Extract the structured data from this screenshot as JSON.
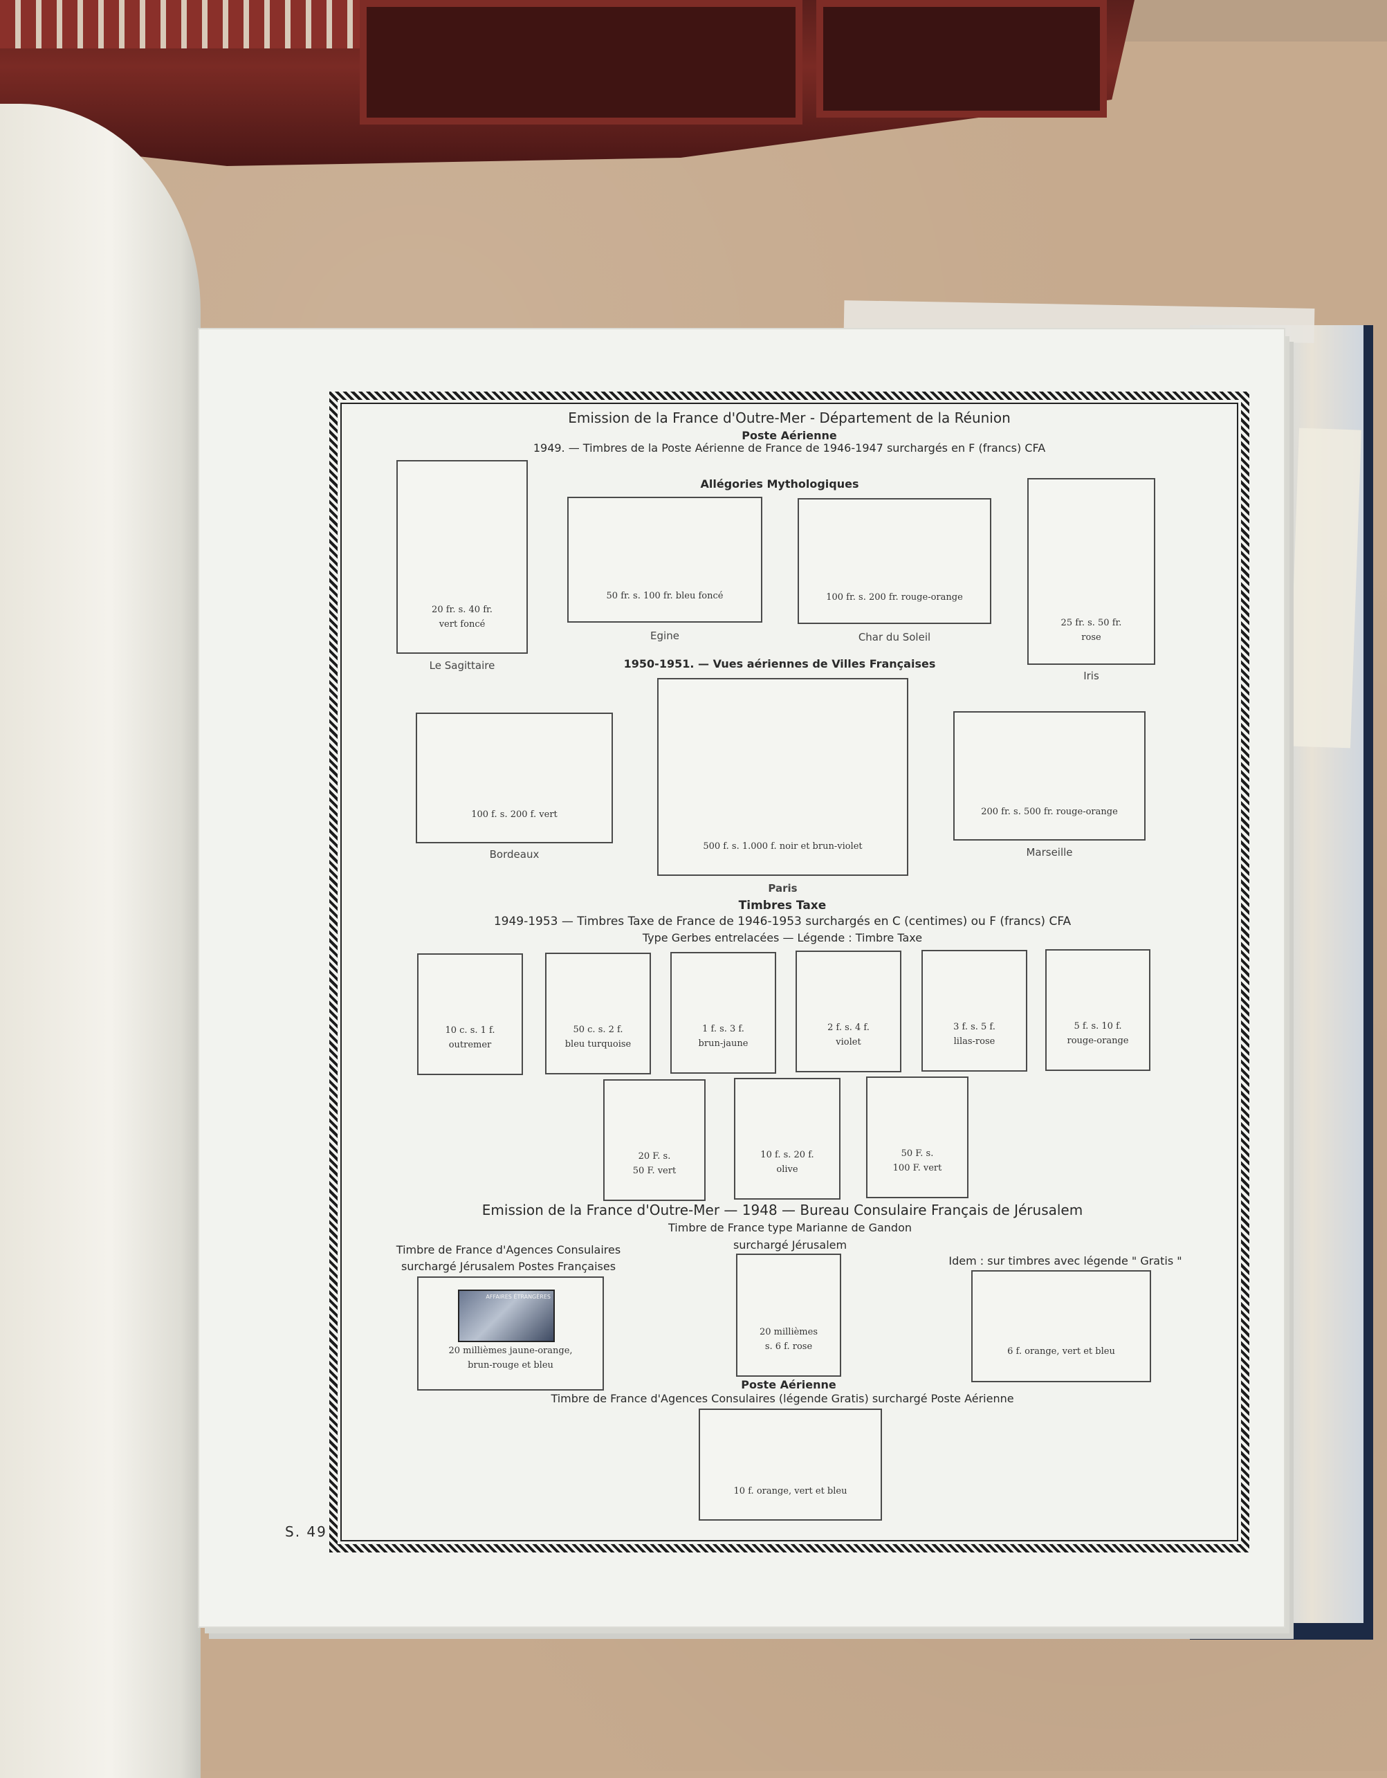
{
  "page_number": "S. 49",
  "header": {
    "title": "Emission de la France d'Outre-Mer - Département de la Réunion",
    "subtitle": "Poste Aérienne",
    "line_1949": "1949. — Timbres de la Poste Aérienne de France de 1946-1947 surchargés en F (francs) CFA",
    "group_1949": "Allégories Mythologiques"
  },
  "set_1949": [
    {
      "value": "20 fr. s. 40 fr.",
      "color": "vert foncé",
      "caption": "Le Sagittaire"
    },
    {
      "value": "50 fr. s. 100 fr. bleu foncé",
      "caption": "Egine"
    },
    {
      "value": "100 fr. s. 200 fr. rouge-orange",
      "caption": "Char du Soleil"
    },
    {
      "value": "25 fr. s. 50 fr.",
      "color": "rose",
      "caption": "Iris"
    }
  ],
  "heading_1950": "1950-1951. — Vues aériennes de Villes Françaises",
  "set_1950": [
    {
      "value": "100 f. s. 200 f. vert",
      "caption": "Bordeaux"
    },
    {
      "value": "500 f. s. 1.000 f. noir et brun-violet",
      "caption": "Paris"
    },
    {
      "value": "200 fr. s. 500 fr. rouge-orange",
      "caption": "Marseille"
    }
  ],
  "taxe": {
    "title": "Timbres Taxe",
    "line": "1949-1953 — Timbres Taxe de France de 1946-1953 surchargés en C (centimes) ou F (francs) CFA",
    "type": "Type Gerbes entrelacées — Légende : Timbre Taxe",
    "row1": [
      {
        "v": "10 c. s. 1 f.",
        "c": "outremer"
      },
      {
        "v": "50 c. s. 2 f.",
        "c": "bleu turquoise"
      },
      {
        "v": "1 f. s. 3 f.",
        "c": "brun-jaune"
      },
      {
        "v": "2 f. s. 4 f.",
        "c": "violet"
      },
      {
        "v": "3 f. s. 5 f.",
        "c": "lilas-rose"
      },
      {
        "v": "5 f. s. 10 f.",
        "c": "rouge-orange"
      }
    ],
    "row2": [
      {
        "v": "20 F. s.",
        "c": "50 F. vert"
      },
      {
        "v": "10 f. s. 20 f.",
        "c": "olive"
      },
      {
        "v": "50 F. s.",
        "c": "100 F. vert"
      }
    ]
  },
  "jerusalem": {
    "title": "Emission de la France d'Outre-Mer — 1948 — Bureau Consulaire Français de Jérusalem",
    "center_line1": "Timbre de France type Marianne de Gandon",
    "center_line2": "surchargé Jérusalem",
    "left_line1": "Timbre de France d'Agences Consulaires",
    "left_line2": "surchargé Jérusalem Postes Françaises",
    "right_line": "Idem : sur timbres avec légende \" Gratis \"",
    "left_value1": "20 millièmes jaune-orange,",
    "left_value2": "brun-rouge et bleu",
    "center_value1": "20 millièmes",
    "center_value2": "s. 6 f. rose",
    "right_value": "6 f. orange, vert et bleu",
    "poste_aerienne": "Poste Aérienne",
    "bottom_line": "Timbre de France d'Agences Consulaires (légende Gratis) surchargé Poste Aérienne",
    "bottom_value": "10 f. orange, vert et bleu",
    "mini_stamp_text": "AFFAIRES ÉTRANGÈRES"
  }
}
